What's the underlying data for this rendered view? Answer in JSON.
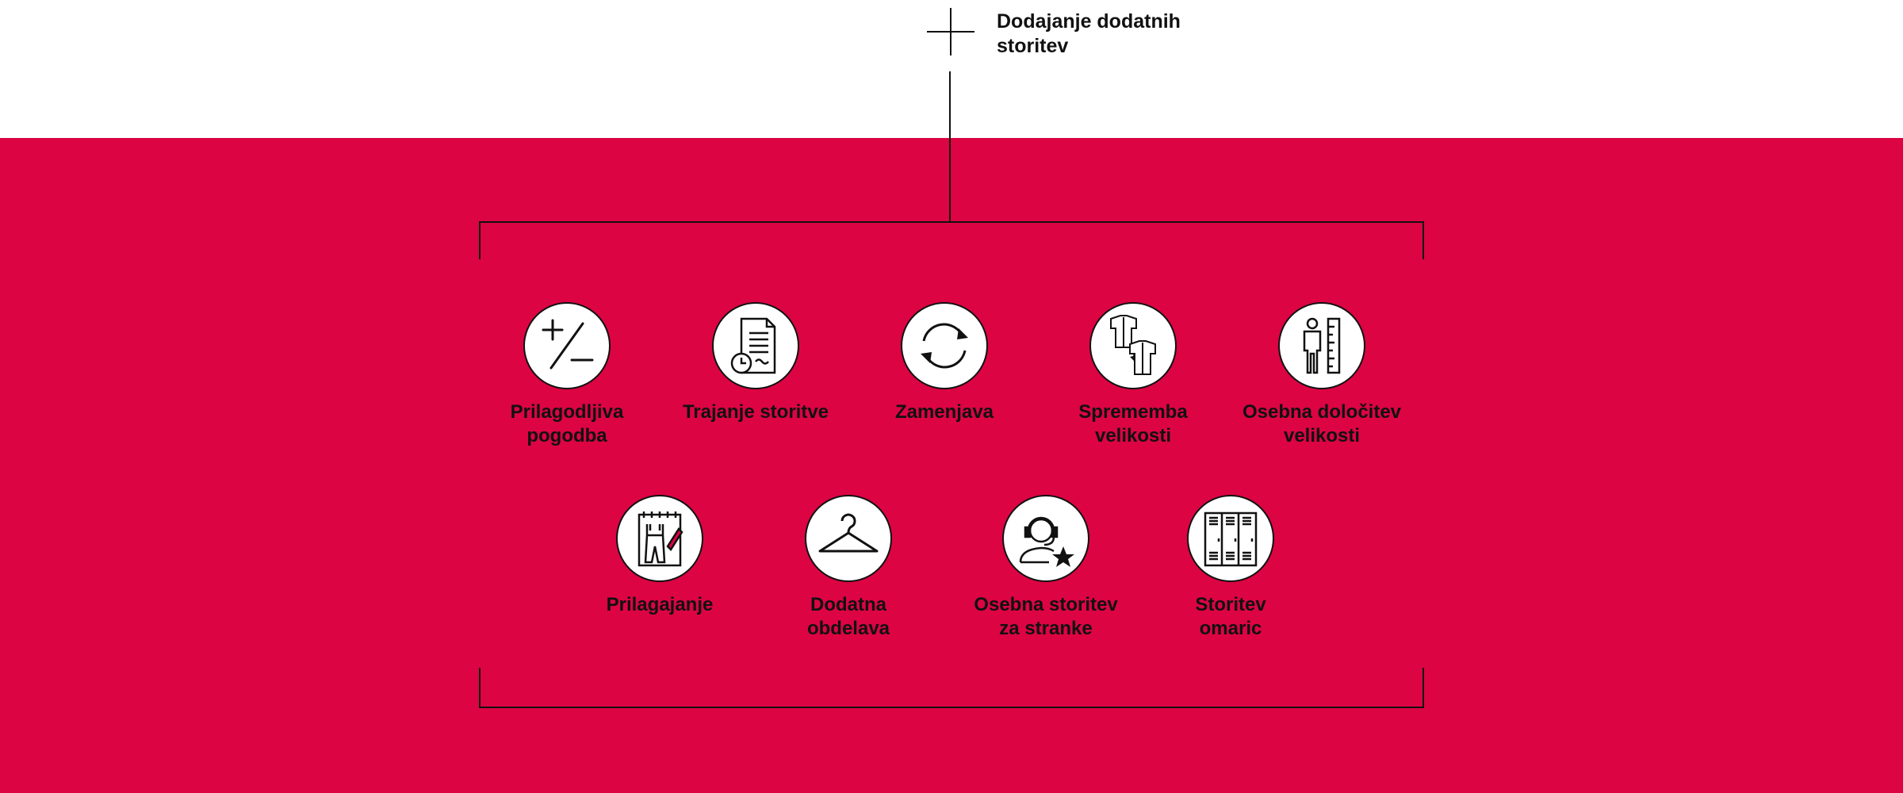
{
  "colors": {
    "brand_red": "#dc0443",
    "line": "#111111",
    "background": "#ffffff"
  },
  "header": {
    "icon": "plus-icon",
    "title": "Dodajanje dodatnih\nstoritev"
  },
  "services": [
    {
      "icon": "plus-minus-icon",
      "label": "Prilagodljiva\npogodba"
    },
    {
      "icon": "contract-clock-icon",
      "label": "Trajanje storitve"
    },
    {
      "icon": "refresh-icon",
      "label": "Zamenjava"
    },
    {
      "icon": "garment-swap-icon",
      "label": "Sprememba\nvelikosti"
    },
    {
      "icon": "person-ruler-icon",
      "label": "Osebna določitev\nvelikosti"
    },
    {
      "icon": "overalls-tailoring-icon",
      "label": "Prilagajanje"
    },
    {
      "icon": "hanger-icon",
      "label": "Dodatna\nobdelava"
    },
    {
      "icon": "headset-star-icon",
      "label": "Osebna storitev\nza stranke"
    },
    {
      "icon": "lockers-icon",
      "label": "Storitev\nomaric"
    }
  ]
}
